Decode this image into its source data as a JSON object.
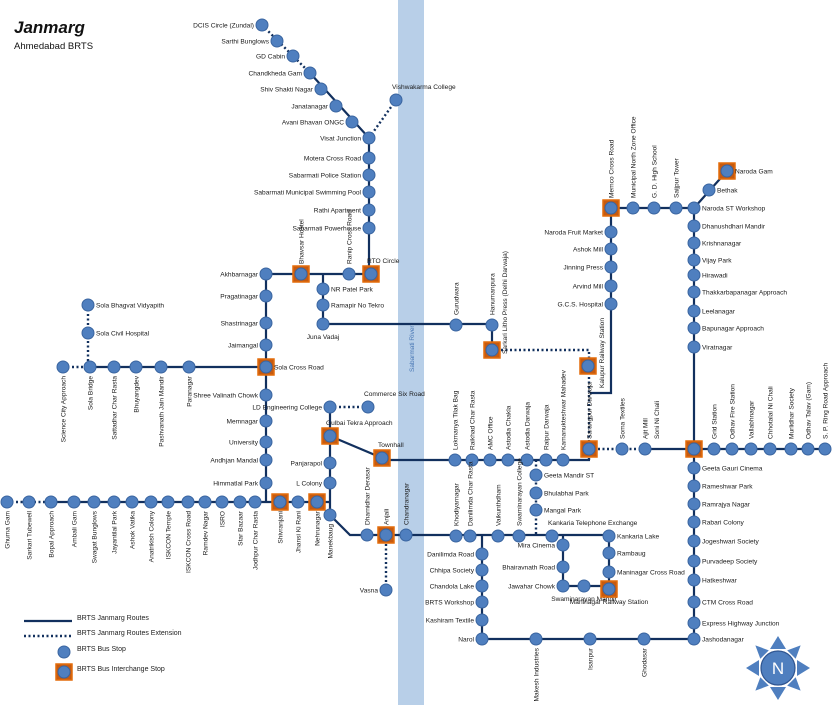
{
  "header": {
    "title": "Janmarg",
    "subtitle": "Ahmedabad BRTS"
  },
  "river": {
    "label": "Sabarmati River",
    "color": "#b8cfe8"
  },
  "colors": {
    "route": "#12305e",
    "stop_fill": "#4f7fbf",
    "interchange_border": "#e46c0a"
  },
  "stations": [
    {
      "name": "DCIS Circle (Zundal)",
      "type": "stop"
    },
    {
      "name": "Sarthi Bunglows",
      "type": "stop"
    },
    {
      "name": "GD Cabin",
      "type": "stop"
    },
    {
      "name": "Chandkheda Gam",
      "type": "stop"
    },
    {
      "name": "Shiv Shakti Nagar",
      "type": "stop"
    },
    {
      "name": "Janatanagar",
      "type": "stop"
    },
    {
      "name": "Avani Bhavan ONGC",
      "type": "stop"
    },
    {
      "name": "Visat Junction",
      "type": "stop"
    },
    {
      "name": "Motera Cross Road",
      "type": "stop"
    },
    {
      "name": "Sabarmati Police Station",
      "type": "stop"
    },
    {
      "name": "Sabarmati Municipal Swimming Pool",
      "type": "stop"
    },
    {
      "name": "Rathi Apartment",
      "type": "stop"
    },
    {
      "name": "Sabarmati Powerhouse",
      "type": "stop"
    },
    {
      "name": "Vishwakarma College",
      "type": "stop"
    },
    {
      "name": "RTO Circle",
      "type": "interchange"
    },
    {
      "name": "Ranip Cross Road",
      "type": "stop"
    },
    {
      "name": "Bhavsar Hostel",
      "type": "interchange"
    },
    {
      "name": "Akhbarnagar",
      "type": "stop"
    },
    {
      "name": "NR Patel Park",
      "type": "stop"
    },
    {
      "name": "Ramapir No Tekro",
      "type": "stop"
    },
    {
      "name": "Juna Vadaj",
      "type": "stop"
    },
    {
      "name": "Pragatinagar",
      "type": "stop"
    },
    {
      "name": "Shastrinagar",
      "type": "stop"
    },
    {
      "name": "Jaimangal",
      "type": "stop"
    },
    {
      "name": "Sola Cross Road",
      "type": "interchange"
    },
    {
      "name": "Paranagar",
      "type": "stop"
    },
    {
      "name": "Pashvanath Jain Mandir",
      "type": "stop"
    },
    {
      "name": "Bhuyangdev",
      "type": "stop"
    },
    {
      "name": "Sattadhar Char Rasta",
      "type": "stop"
    },
    {
      "name": "Sola Bridge",
      "type": "stop"
    },
    {
      "name": "Science City Approach",
      "type": "stop"
    },
    {
      "name": "Sola Bhagvat Vidyapith",
      "type": "stop"
    },
    {
      "name": "Sola Civil Hospital",
      "type": "stop"
    },
    {
      "name": "Shree Valinath Chowk",
      "type": "stop"
    },
    {
      "name": "Memnagar",
      "type": "stop"
    },
    {
      "name": "University",
      "type": "stop"
    },
    {
      "name": "Andhjan Mandal",
      "type": "stop"
    },
    {
      "name": "Himmatlal Park",
      "type": "stop"
    },
    {
      "name": "Ghuma Gam",
      "type": "stop"
    },
    {
      "name": "Sarkari Tubewell",
      "type": "stop"
    },
    {
      "name": "Bopal Approach",
      "type": "stop"
    },
    {
      "name": "Ambali Gam",
      "type": "stop"
    },
    {
      "name": "Swagat Bunglows",
      "type": "stop"
    },
    {
      "name": "Jayantilal Park",
      "type": "stop"
    },
    {
      "name": "Ashok Vatika",
      "type": "stop"
    },
    {
      "name": "Anatrikish Colony",
      "type": "stop"
    },
    {
      "name": "ISKCON Temple",
      "type": "stop"
    },
    {
      "name": "ISKCON Cross Road",
      "type": "stop"
    },
    {
      "name": "Ramdev Nagar",
      "type": "stop"
    },
    {
      "name": "ISRO",
      "type": "stop"
    },
    {
      "name": "Star Bazaar",
      "type": "stop"
    },
    {
      "name": "Jodhpur Char Rasta",
      "type": "stop"
    },
    {
      "name": "Shivranjani",
      "type": "interchange"
    },
    {
      "name": "Jhansi Ki Rani",
      "type": "stop"
    },
    {
      "name": "Nehrunagar",
      "type": "interchange"
    },
    {
      "name": "Manekbaug",
      "type": "stop"
    },
    {
      "name": "LD Engineering College",
      "type": "stop"
    },
    {
      "name": "Commerce Six Road",
      "type": "stop"
    },
    {
      "name": "Gulbai Tekra Approach",
      "type": "interchange"
    },
    {
      "name": "Townhall",
      "type": "interchange"
    },
    {
      "name": "Panjarapol",
      "type": "stop"
    },
    {
      "name": "L Colony",
      "type": "stop"
    },
    {
      "name": "Dharnidhar Derasar",
      "type": "stop"
    },
    {
      "name": "Anjali",
      "type": "interchange"
    },
    {
      "name": "Chandranagar",
      "type": "stop"
    },
    {
      "name": "Vasna",
      "type": "stop"
    },
    {
      "name": "Lokmanya Tilak Bag",
      "type": "stop"
    },
    {
      "name": "Raikhad Char Rasta",
      "type": "stop"
    },
    {
      "name": "AMC Office",
      "type": "stop"
    },
    {
      "name": "Astodia Chakla",
      "type": "stop"
    },
    {
      "name": "Astodia Darwaja",
      "type": "stop"
    },
    {
      "name": "Raipur Darwaja",
      "type": "stop"
    },
    {
      "name": "Kamanukteshwar Mahadev",
      "type": "stop"
    },
    {
      "name": "Sarangpur Darwaja",
      "type": "interchange"
    },
    {
      "name": "Soma Textiles",
      "type": "stop"
    },
    {
      "name": "Ajit Mill",
      "type": "stop"
    },
    {
      "name": "Soni Ni Chali",
      "type": "interchange"
    },
    {
      "name": "Grid Station",
      "type": "stop"
    },
    {
      "name": "Odhav Fire Station",
      "type": "stop"
    },
    {
      "name": "Vallabhnagar",
      "type": "stop"
    },
    {
      "name": "Chhotalal Ni Chali",
      "type": "stop"
    },
    {
      "name": "Murlidhar Society",
      "type": "stop"
    },
    {
      "name": "Odhav Talav (Gam)",
      "type": "stop"
    },
    {
      "name": "S. P. Ring Road Approach",
      "type": "stop"
    },
    {
      "name": "Kalupur Railway Station",
      "type": "interchange"
    },
    {
      "name": "G.C.S. Hospital",
      "type": "stop"
    },
    {
      "name": "Arvind Mill",
      "type": "stop"
    },
    {
      "name": "Jinning Press",
      "type": "stop"
    },
    {
      "name": "Ashok Mill",
      "type": "stop"
    },
    {
      "name": "Naroda Fruit Market",
      "type": "stop"
    },
    {
      "name": "Memco Cross Road",
      "type": "interchange"
    },
    {
      "name": "Sarkari Litho Press (Delhi Darwaja)",
      "type": "interchange"
    },
    {
      "name": "Hanumanpura",
      "type": "stop"
    },
    {
      "name": "Gurudwara",
      "type": "stop"
    },
    {
      "name": "Municipal North Zone Office",
      "type": "stop"
    },
    {
      "name": "G. D. High School",
      "type": "stop"
    },
    {
      "name": "Saijpur Tower",
      "type": "stop"
    },
    {
      "name": "Naroda ST Workshop",
      "type": "stop"
    },
    {
      "name": "Bethak",
      "type": "stop"
    },
    {
      "name": "Naroda Gam",
      "type": "interchange"
    },
    {
      "name": "Dhanushdhari Mandir",
      "type": "stop"
    },
    {
      "name": "Krishnanagar",
      "type": "stop"
    },
    {
      "name": "Vijay Park",
      "type": "stop"
    },
    {
      "name": "Hirawadi",
      "type": "stop"
    },
    {
      "name": "Thakkarbapanagar Approach",
      "type": "stop"
    },
    {
      "name": "Leelanagar",
      "type": "stop"
    },
    {
      "name": "Bapunagar Approach",
      "type": "stop"
    },
    {
      "name": "Viratnagar",
      "type": "stop"
    },
    {
      "name": "Geeta Gauri Cinema",
      "type": "stop"
    },
    {
      "name": "Rameshwar Park",
      "type": "stop"
    },
    {
      "name": "Ramrajya Nagar",
      "type": "stop"
    },
    {
      "name": "Rabari Colony",
      "type": "stop"
    },
    {
      "name": "Jogeshwari Society",
      "type": "stop"
    },
    {
      "name": "Purvadeep Society",
      "type": "stop"
    },
    {
      "name": "Hatkeshwar",
      "type": "stop"
    },
    {
      "name": "CTM Cross Road",
      "type": "stop"
    },
    {
      "name": "Express Highway Junction",
      "type": "stop"
    },
    {
      "name": "Jashodanagar",
      "type": "stop"
    },
    {
      "name": "Narol",
      "type": "stop"
    },
    {
      "name": "Makesh Industries",
      "type": "stop"
    },
    {
      "name": "Isanpur",
      "type": "stop"
    },
    {
      "name": "Ghodasar",
      "type": "stop"
    },
    {
      "name": "Khodiyarnagar",
      "type": "stop"
    },
    {
      "name": "Danilimda Char Rasta",
      "type": "stop"
    },
    {
      "name": "Vaikunthdham",
      "type": "stop"
    },
    {
      "name": "Swaminarayan College",
      "type": "stop"
    },
    {
      "name": "Kankaria Telephone Exchange",
      "type": "stop"
    },
    {
      "name": "Kankaria Lake",
      "type": "stop"
    },
    {
      "name": "Danilimda Road",
      "type": "stop"
    },
    {
      "name": "Chhipa Society",
      "type": "stop"
    },
    {
      "name": "Chandola Lake",
      "type": "stop"
    },
    {
      "name": "BRTS Workshop",
      "type": "stop"
    },
    {
      "name": "Kashiram Textile",
      "type": "stop"
    },
    {
      "name": "Mira Cinema",
      "type": "stop"
    },
    {
      "name": "Bhairavnath Road",
      "type": "stop"
    },
    {
      "name": "Jawahar Chowk",
      "type": "stop"
    },
    {
      "name": "Swaminarayan Mandir",
      "type": "stop"
    },
    {
      "name": "Maninagar Railway Station",
      "type": "interchange"
    },
    {
      "name": "Maninagar Cross Road",
      "type": "stop"
    },
    {
      "name": "Rambaug",
      "type": "stop"
    },
    {
      "name": "Geeta Mandir ST",
      "type": "stop"
    },
    {
      "name": "Bhulabhai Park",
      "type": "stop"
    },
    {
      "name": "Mangal Park",
      "type": "stop"
    }
  ],
  "legend": [
    {
      "label": "BRTS Janmarg Routes",
      "symbol": "solid-line"
    },
    {
      "label": "BRTS Janmarg Routes Extension",
      "symbol": "dotted-line"
    },
    {
      "label": "BRTS Bus  Stop",
      "symbol": "stop"
    },
    {
      "label": "BRTS Bus  Interchange Stop",
      "symbol": "interchange"
    }
  ],
  "compass": {
    "label": "N"
  }
}
